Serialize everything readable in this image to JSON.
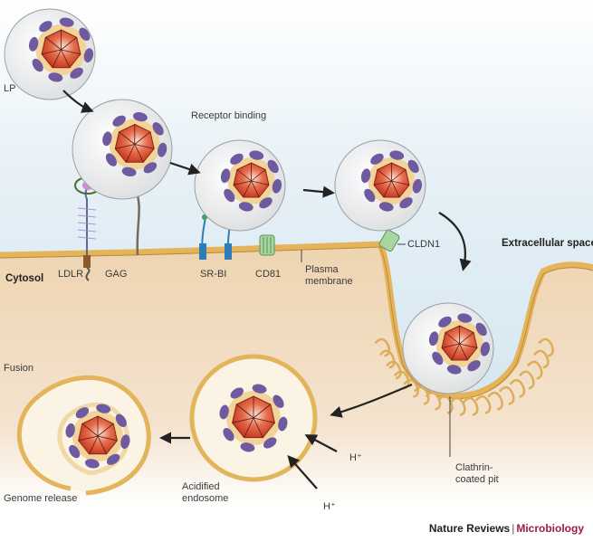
{
  "figure": {
    "title": "Hepatitis C virus entry pathway",
    "colors": {
      "extracellular": "#d6e8f2",
      "cytosol": "#f1dcc0",
      "membrane": "#e8b85a",
      "capsid": "#d7452b",
      "glycoprotein": "#6e5aa0",
      "lipid_shell": "#e6e6e6",
      "receptor_srbi": "#2f7db8",
      "receptor_cd81": "#8ec98a",
      "journal": "#9c1b4e"
    }
  },
  "labels": {
    "lp": "LP",
    "receptor_binding": "Receptor binding",
    "ldlr": "LDLR",
    "gag": "GAG",
    "srbi": "SR-BI",
    "cd81": "CD81",
    "plasma_membrane_1": "Plasma",
    "plasma_membrane_2": "membrane",
    "cldn1": "CLDN1",
    "extracellular_space": "Extracellular space",
    "cytosol": "Cytosol",
    "clathrin_1": "Clathrin-",
    "clathrin_2": "coated pit",
    "acidified_1": "Acidified",
    "acidified_2": "endosome",
    "h_plus_1": "H⁺",
    "h_plus_2": "H⁺",
    "fusion": "Fusion",
    "genome_release": "Genome release"
  },
  "footer": {
    "publisher": "Nature Reviews",
    "separator": "|",
    "journal": "Microbiology"
  }
}
